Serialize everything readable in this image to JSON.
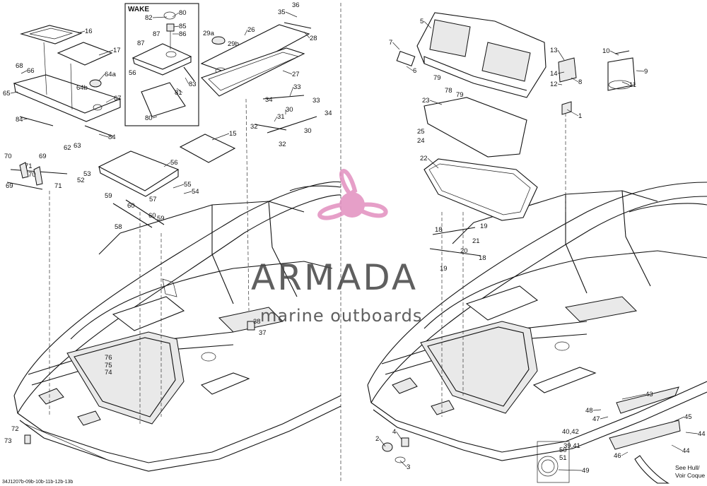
{
  "diagram": {
    "wake_label": "WAKE",
    "drawing_code": "34J1207b-09b-10b-11b-12b-13b",
    "see_hull_note": [
      "See Hull/",
      "Voir Coque"
    ]
  },
  "watermark": {
    "brand": "ARMADA",
    "tagline": "marine outboards",
    "accent_color": "#e28fbf"
  },
  "callouts": [
    {
      "id": "c16",
      "text": "16"
    },
    {
      "id": "c17",
      "text": "17"
    },
    {
      "id": "c64a",
      "text": "64a"
    },
    {
      "id": "c64b",
      "text": "64b"
    },
    {
      "id": "c67",
      "text": "67"
    },
    {
      "id": "c68",
      "text": "68"
    },
    {
      "id": "c66",
      "text": "66"
    },
    {
      "id": "c65",
      "text": "65"
    },
    {
      "id": "c84a",
      "text": "84"
    },
    {
      "id": "c84b",
      "text": "84"
    },
    {
      "id": "c62",
      "text": "62"
    },
    {
      "id": "c63",
      "text": "63"
    },
    {
      "id": "c70a",
      "text": "70"
    },
    {
      "id": "c69a",
      "text": "69"
    },
    {
      "id": "c71a",
      "text": "71"
    },
    {
      "id": "c70b",
      "text": "70"
    },
    {
      "id": "c69b",
      "text": "69"
    },
    {
      "id": "c71b",
      "text": "71"
    },
    {
      "id": "c82",
      "text": "82"
    },
    {
      "id": "c80a",
      "text": "80"
    },
    {
      "id": "c87a",
      "text": "87"
    },
    {
      "id": "c85",
      "text": "85"
    },
    {
      "id": "c86",
      "text": "86"
    },
    {
      "id": "c87b",
      "text": "87"
    },
    {
      "id": "c56a",
      "text": "56"
    },
    {
      "id": "c83",
      "text": "83"
    },
    {
      "id": "c81",
      "text": "81"
    },
    {
      "id": "c80b",
      "text": "80"
    },
    {
      "id": "c36",
      "text": "36"
    },
    {
      "id": "c35",
      "text": "35"
    },
    {
      "id": "c26",
      "text": "26"
    },
    {
      "id": "c29a",
      "text": "29a"
    },
    {
      "id": "c29b",
      "text": "29b"
    },
    {
      "id": "c28",
      "text": "28"
    },
    {
      "id": "c27",
      "text": "27"
    },
    {
      "id": "c33a",
      "text": "33"
    },
    {
      "id": "c34a",
      "text": "34"
    },
    {
      "id": "c31",
      "text": "31"
    },
    {
      "id": "c30a",
      "text": "30"
    },
    {
      "id": "c33b",
      "text": "33"
    },
    {
      "id": "c34b",
      "text": "34"
    },
    {
      "id": "c32a",
      "text": "32"
    },
    {
      "id": "c30b",
      "text": "30"
    },
    {
      "id": "c32b",
      "text": "32"
    },
    {
      "id": "c15",
      "text": "15"
    },
    {
      "id": "c56b",
      "text": "56"
    },
    {
      "id": "c53",
      "text": "53"
    },
    {
      "id": "c52",
      "text": "52"
    },
    {
      "id": "c55",
      "text": "55"
    },
    {
      "id": "c57",
      "text": "57"
    },
    {
      "id": "c54",
      "text": "54"
    },
    {
      "id": "c59a",
      "text": "59"
    },
    {
      "id": "c60a",
      "text": "60"
    },
    {
      "id": "c60b",
      "text": "60"
    },
    {
      "id": "c59b",
      "text": "59"
    },
    {
      "id": "c58",
      "text": "58"
    },
    {
      "id": "c38",
      "text": "38"
    },
    {
      "id": "c37",
      "text": "37"
    },
    {
      "id": "c76",
      "text": "76"
    },
    {
      "id": "c75",
      "text": "75"
    },
    {
      "id": "c74",
      "text": "74"
    },
    {
      "id": "c72",
      "text": "72"
    },
    {
      "id": "c73",
      "text": "73"
    },
    {
      "id": "c5",
      "text": "5"
    },
    {
      "id": "c7",
      "text": "7"
    },
    {
      "id": "c6",
      "text": "6"
    },
    {
      "id": "c79a",
      "text": "79"
    },
    {
      "id": "c78",
      "text": "78"
    },
    {
      "id": "c79b",
      "text": "79"
    },
    {
      "id": "c13",
      "text": "13"
    },
    {
      "id": "c14",
      "text": "14"
    },
    {
      "id": "c8",
      "text": "8"
    },
    {
      "id": "c12",
      "text": "12"
    },
    {
      "id": "c1",
      "text": "1"
    },
    {
      "id": "c10",
      "text": "10"
    },
    {
      "id": "c9",
      "text": "9"
    },
    {
      "id": "c11",
      "text": "11"
    },
    {
      "id": "c23",
      "text": "23"
    },
    {
      "id": "c25",
      "text": "25"
    },
    {
      "id": "c24",
      "text": "24"
    },
    {
      "id": "c22",
      "text": "22"
    },
    {
      "id": "c18a",
      "text": "18"
    },
    {
      "id": "c19a",
      "text": "19"
    },
    {
      "id": "c21",
      "text": "21"
    },
    {
      "id": "c20",
      "text": "20"
    },
    {
      "id": "c18b",
      "text": "18"
    },
    {
      "id": "c19b",
      "text": "19"
    },
    {
      "id": "c43",
      "text": "43"
    },
    {
      "id": "c48",
      "text": "48"
    },
    {
      "id": "c47",
      "text": "47"
    },
    {
      "id": "c45",
      "text": "45"
    },
    {
      "id": "c4042",
      "text": "40,42"
    },
    {
      "id": "c44a",
      "text": "44"
    },
    {
      "id": "c3941",
      "text": "39,41"
    },
    {
      "id": "c44b",
      "text": "44"
    },
    {
      "id": "c46",
      "text": "46"
    },
    {
      "id": "c50",
      "text": "50"
    },
    {
      "id": "c51",
      "text": "51"
    },
    {
      "id": "c49",
      "text": "49"
    },
    {
      "id": "c2",
      "text": "2"
    },
    {
      "id": "c4",
      "text": "4"
    },
    {
      "id": "c3",
      "text": "3"
    }
  ]
}
